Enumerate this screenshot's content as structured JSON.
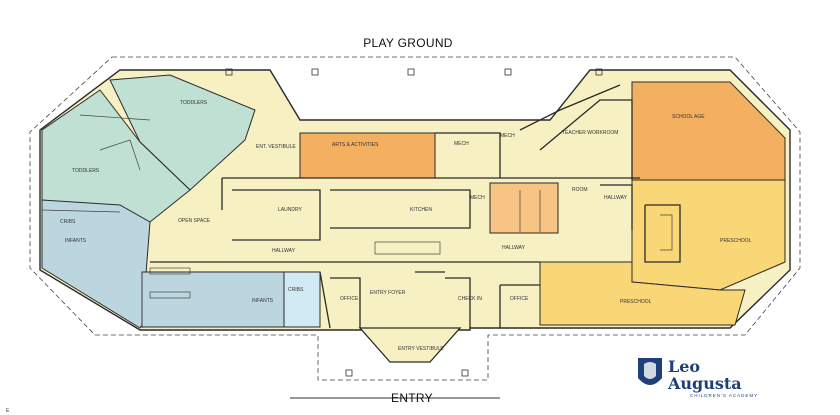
{
  "plan": {
    "top_label": "PLAY GROUND",
    "bottom_label": "ENTRY",
    "corner_mark": "E"
  },
  "rooms": {
    "toddlers_top": "TODDLERS",
    "toddlers_left": "TODDLERS",
    "cribs_left": "CRIBS",
    "infants_left": "INFANTS",
    "infants_bottom": "INFANTS",
    "cribs_bottom": "CRIBS",
    "open_space": "OPEN SPACE",
    "ent_vestibule": "ENT. VESTIBULE",
    "arts_activities": "ARTS & ACTIVITIES",
    "laundry": "LAUNDRY",
    "kitchen": "KITCHEN",
    "mech_top": "MECH",
    "mech_mid": "MECH",
    "mech_right": "MECH",
    "teacher_workroom": "TEACHER WORKROOM",
    "school_age": "SCHOOL AGE",
    "preschool_right": "PRESCHOOL",
    "preschool_bottom": "PRESCHOOL",
    "hallway_left": "HALLWAY",
    "hallway_mid": "HALLWAY",
    "hallway_right": "HALLWAY",
    "office_left": "OFFICE",
    "office_right": "OFFICE",
    "entry_foyer": "ENTRY FOYER",
    "check_in": "CHECK IN",
    "room": "ROOM",
    "entry_vestibule": "ENTRY VESTIBULE"
  },
  "logo": {
    "line1": "Leo",
    "line2": "Augusta",
    "tagline": "CHILDREN'S ACADEMY"
  },
  "colors": {
    "mint": "#bfe0d2",
    "light_blue": "#bcd6e0",
    "cream": "#f6f0c2",
    "orange": "#f4b061",
    "peach": "#f7c484",
    "yellow": "#f9d676",
    "brand_blue": "#1f3f7a"
  }
}
